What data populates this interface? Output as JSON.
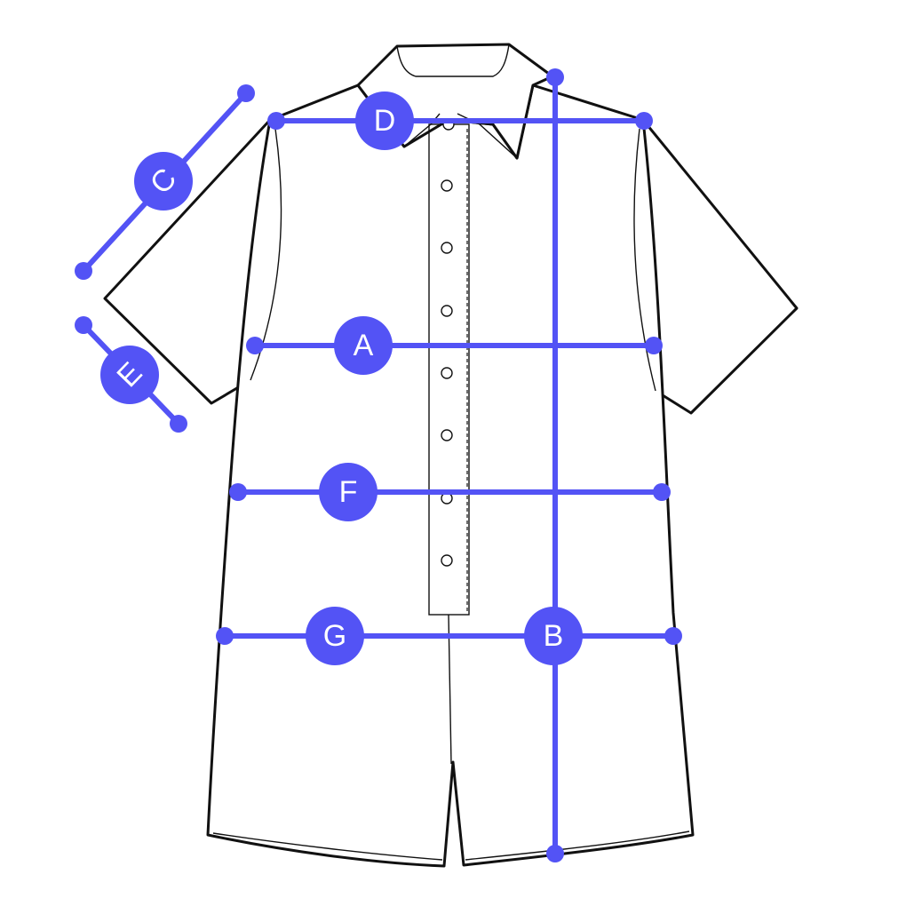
{
  "colors": {
    "measure": "#5353F5",
    "outline": "#111111",
    "fill": "#ffffff"
  },
  "measurements": {
    "a": {
      "label": "A"
    },
    "b": {
      "label": "B"
    },
    "c": {
      "label": "C"
    },
    "d": {
      "label": "D"
    },
    "e": {
      "label": "E"
    },
    "f": {
      "label": "F"
    },
    "g": {
      "label": "G"
    }
  }
}
